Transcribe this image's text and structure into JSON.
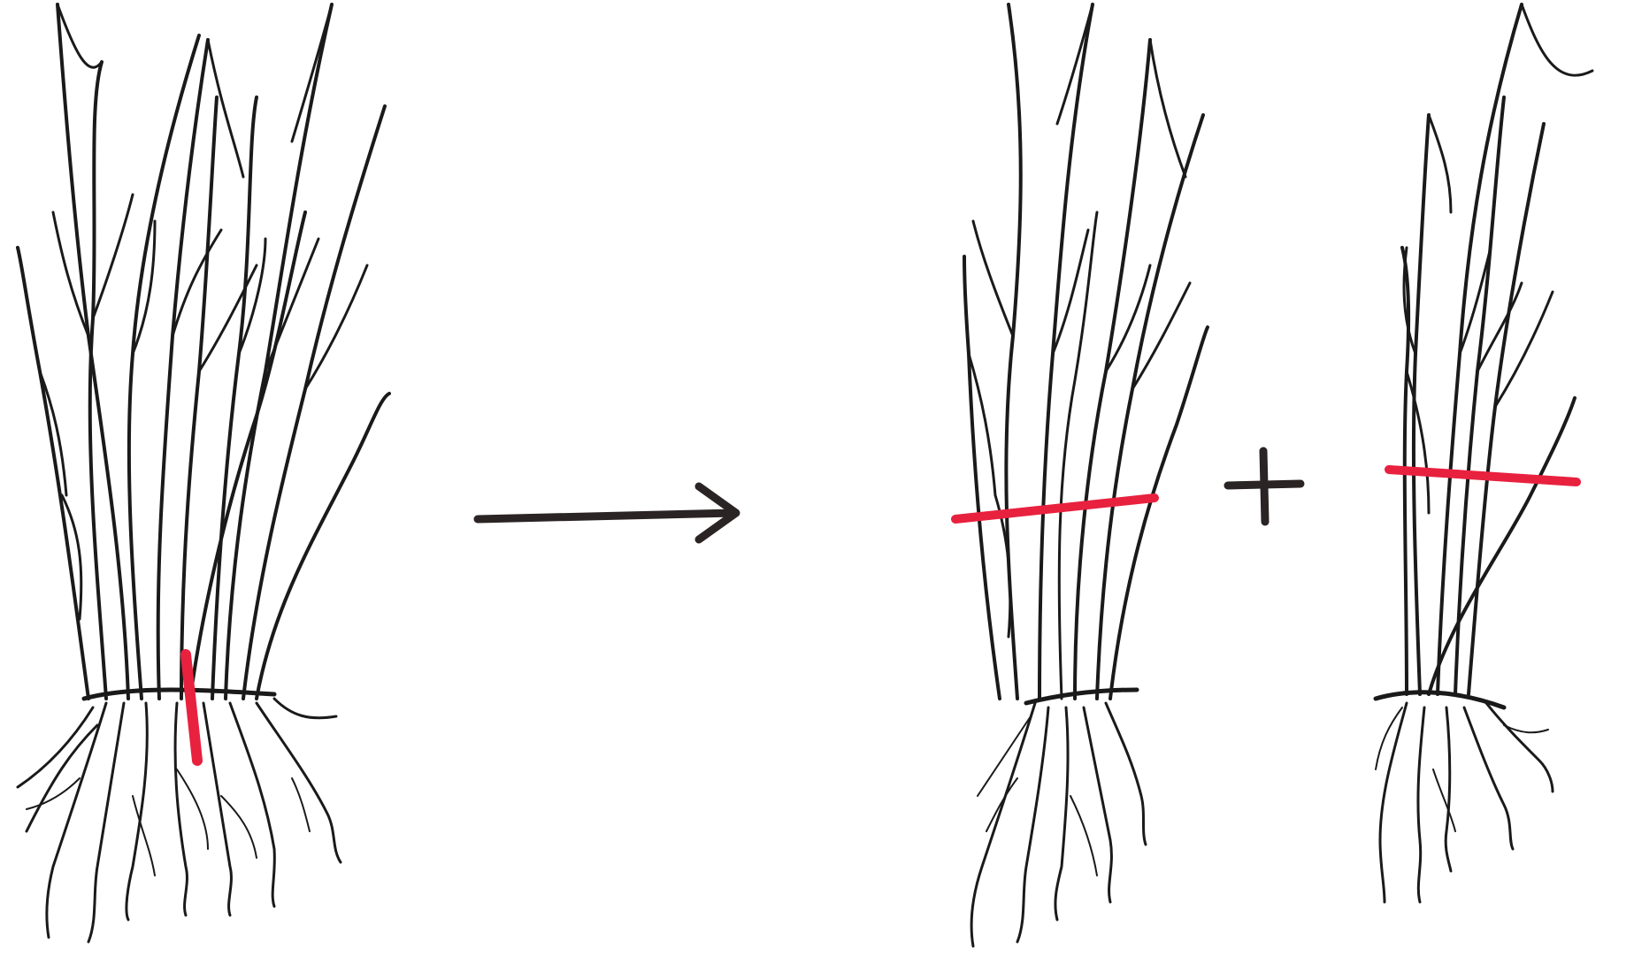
{
  "diagram": {
    "colors": {
      "ink": "#1a1a1a",
      "cut": "#e8213f",
      "arrow": "#2b2424",
      "background": "#ffffff"
    },
    "panels": [
      {
        "id": "original-shrub",
        "cut": "vertical"
      },
      {
        "id": "divided-shrub-left",
        "cut": "horizontal"
      },
      {
        "id": "divided-shrub-right",
        "cut": "horizontal"
      }
    ],
    "connectors": {
      "arrow_icon": "right-arrow",
      "plus_symbol": "+"
    }
  }
}
